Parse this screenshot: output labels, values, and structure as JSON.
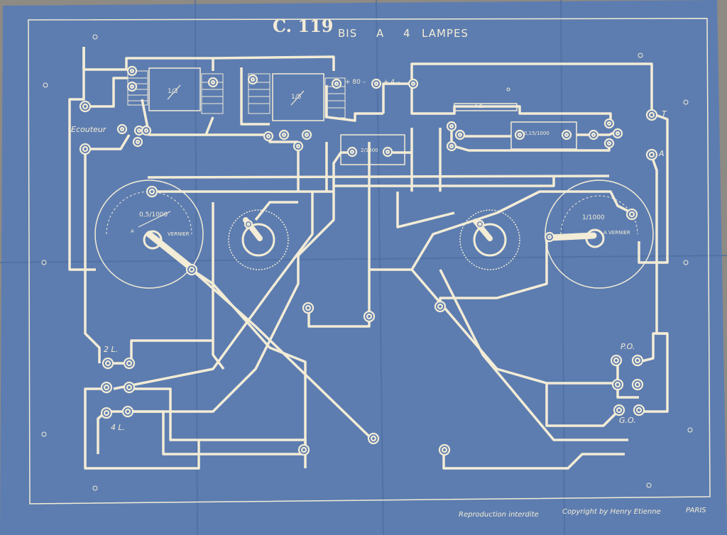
{
  "title": {
    "model": "C. 119",
    "suffix1": "BIS",
    "suffix2": "A",
    "suffix3": "4",
    "suffix4": "LAMPES"
  },
  "labels": {
    "ecouteur": "Ecouteur",
    "transformer_left": "1/3",
    "transformer_right": "1/5",
    "supply_80": "+ 80 –",
    "supply_4": "+ 4 –",
    "resistor": "4 Ω",
    "cap_center": "2/1000",
    "cap_right": "0,15/1000",
    "term_t": "T",
    "term_a": "A",
    "left_cap_value": "0,5/1000",
    "left_cap_a": "A",
    "left_vernier": "VERNIER",
    "right_cap_value": "1/1000",
    "right_vernier": "A VERNIER",
    "two_l": "2 L.",
    "four_l": "4 L.",
    "po": "P.O.",
    "go": "G.O."
  },
  "footer": {
    "notice": "Reproduction interdite",
    "copyright": "Copyright by Henry Etienne",
    "city": "PARIS"
  },
  "colors": {
    "paper": "#5d7db0",
    "ink": "#f3ecd6",
    "background": "#8e8a84"
  }
}
